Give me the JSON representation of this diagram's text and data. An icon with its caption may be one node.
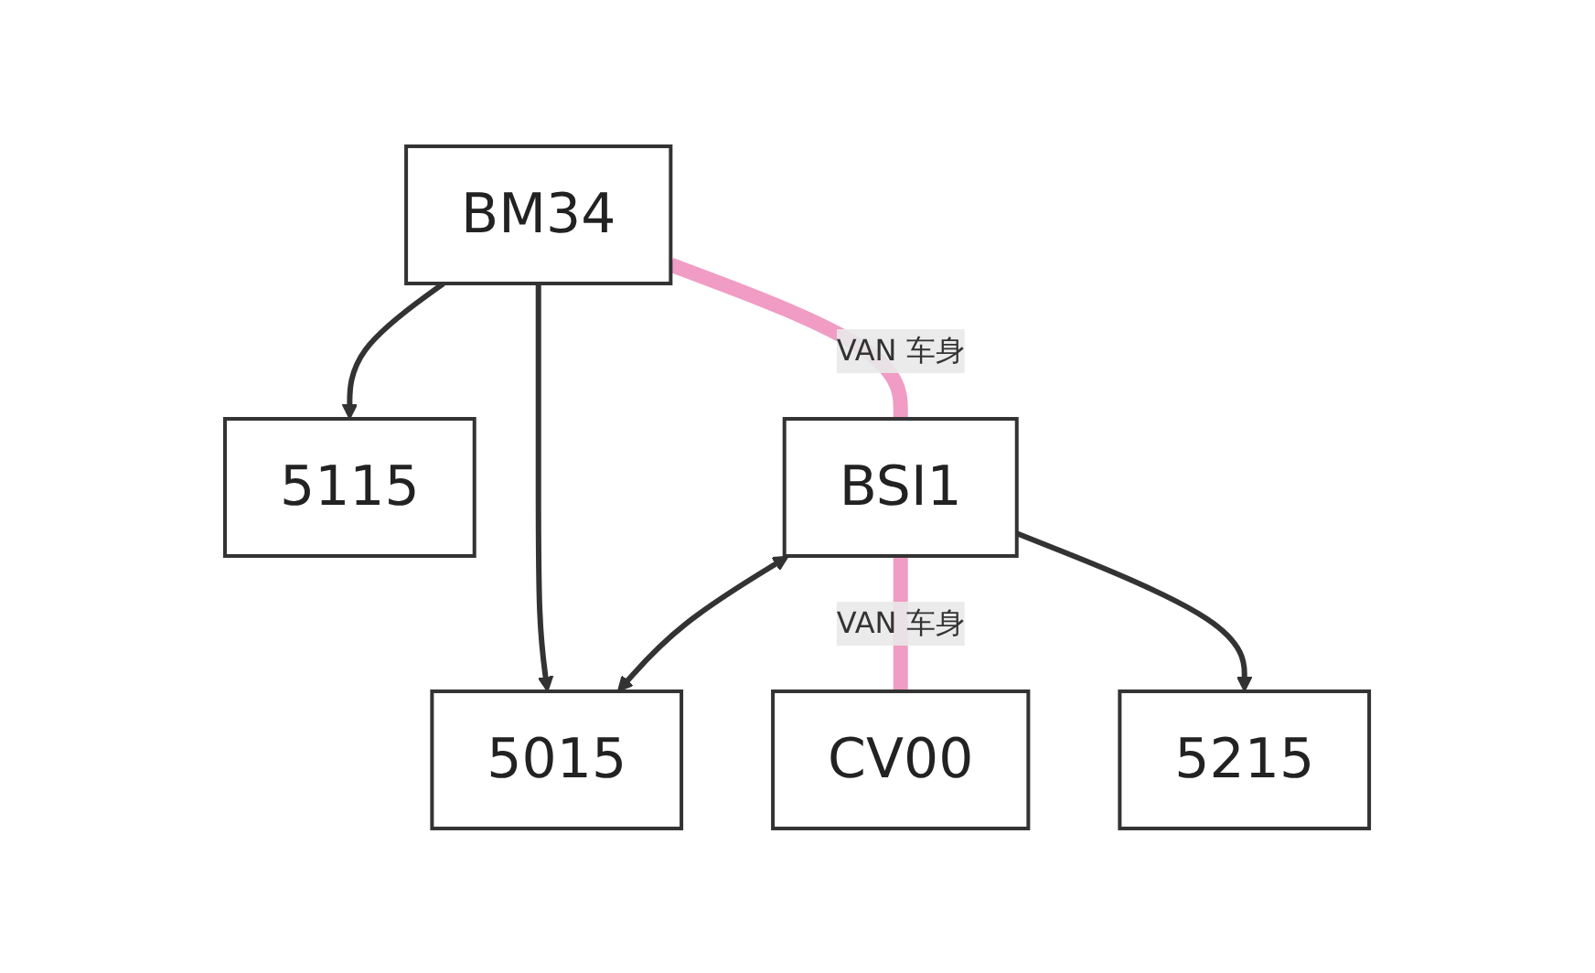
{
  "diagram": {
    "nodes": [
      {
        "text": [
          "BM34"
        ]
      },
      {
        "text": [
          "5015"
        ]
      },
      {
        "text": [
          "5115"
        ]
      },
      {
        "text": [
          "BSI1"
        ]
      },
      {
        "text": [
          "CV00"
        ]
      },
      {
        "text": [
          "5215"
        ]
      }
    ],
    "edges": [
      {
        "from": 0,
        "to": 2,
        "arrow": "to"
      },
      {
        "from": 0,
        "to": 1,
        "arrow": "to"
      },
      {
        "from": 0,
        "to": 3,
        "arrow": "none",
        "label": "VAN 车身",
        "style": "thick",
        "color": "#f09cc4"
      },
      {
        "from": 3,
        "to": 1,
        "arrow": "both"
      },
      {
        "from": 3,
        "to": 4,
        "arrow": "none",
        "label": "VAN 车身",
        "style": "thick",
        "color": "#f09cc4"
      },
      {
        "from": 3,
        "to": 5,
        "arrow": "to"
      }
    ]
  }
}
